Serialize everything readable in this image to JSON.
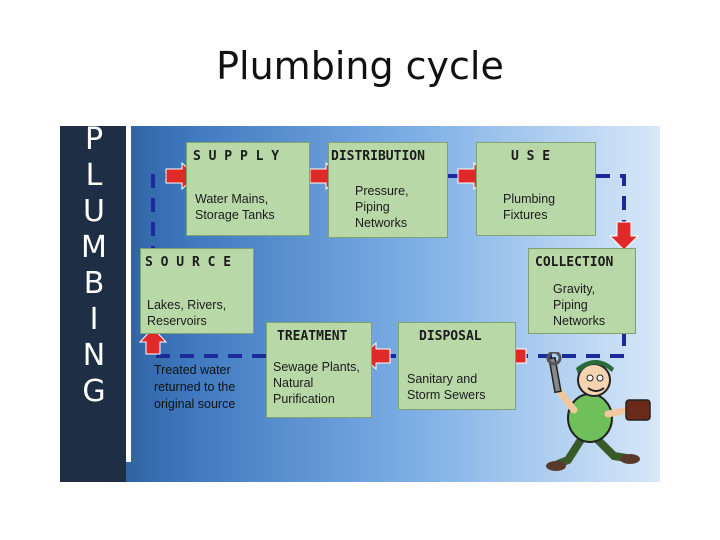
{
  "title": "Plumbing cycle",
  "sidebar_letters": [
    "P",
    "L",
    "U",
    "M",
    "B",
    "I",
    "N",
    "G"
  ],
  "stages": {
    "supply": {
      "heading": "S U P P L Y",
      "text": "Water Mains,\nStorage Tanks"
    },
    "distribution": {
      "heading": "DISTRIBUTION",
      "text": "Pressure,\nPiping\nNetworks"
    },
    "use": {
      "heading": "U S E",
      "text": "Plumbing\nFixtures"
    },
    "collection": {
      "heading": "COLLECTION",
      "text": "Gravity,\nPiping\nNetworks"
    },
    "disposal": {
      "heading": "DISPOSAL",
      "text": "Sanitary and\nStorm Sewers"
    },
    "treatment": {
      "heading": "TREATMENT",
      "text": "Sewage Plants,\nNatural\nPurification"
    },
    "source": {
      "heading": "S O U R C E",
      "text": "Lakes, Rivers,\nReservoirs"
    }
  },
  "return_note": "Treated water\nreturned to the\noriginal source",
  "colors": {
    "box": "#b9d8a8",
    "dash": "#1c2a9c",
    "arrow": "#e02a2a",
    "sidebar": "#1e2e44"
  },
  "icons": [
    "plumber-cartoon-icon"
  ]
}
